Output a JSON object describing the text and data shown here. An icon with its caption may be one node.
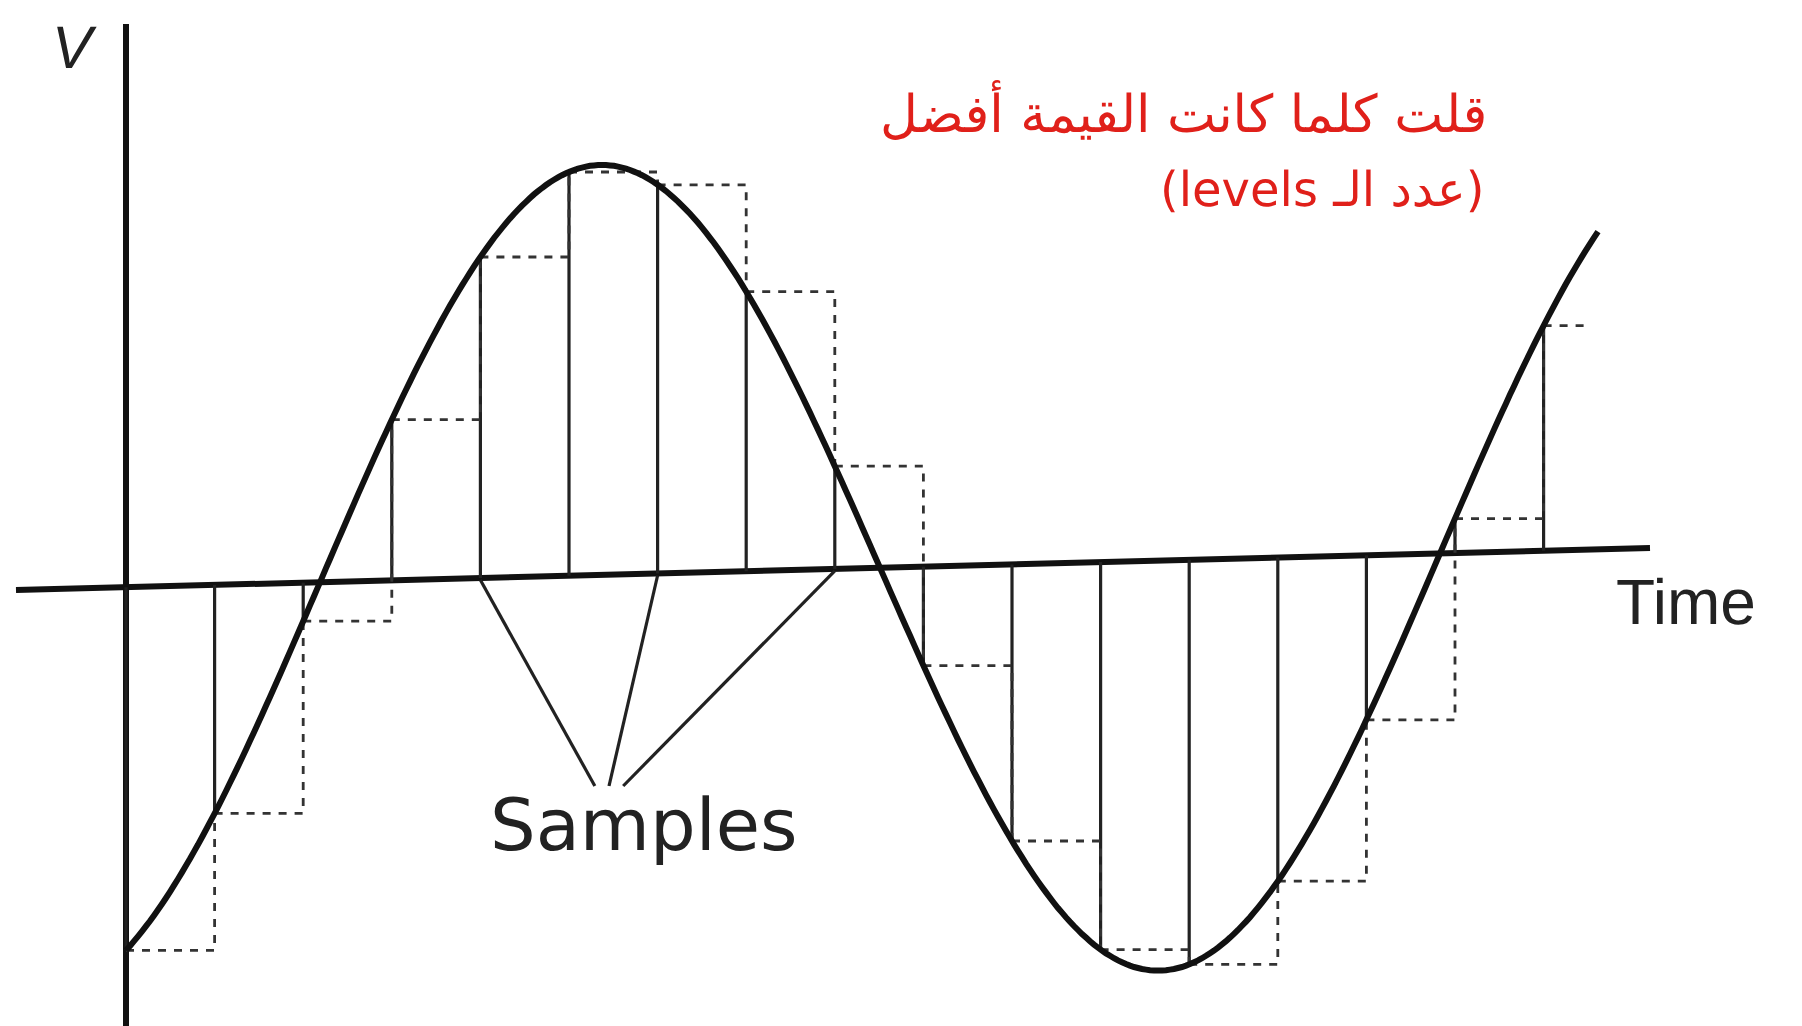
{
  "diagram": {
    "nodes": [
      {
        "text": [
          "Samples"
        ]
      },
      {
        "text": [],
        "shape": "bar"
      },
      {
        "text": [],
        "shape": "bar"
      },
      {
        "text": [],
        "shape": "bar"
      }
    ],
    "edges": [
      {
        "from": 0,
        "to": 1,
        "arrow": "none"
      },
      {
        "from": 0,
        "to": 2,
        "arrow": "none"
      },
      {
        "from": 0,
        "to": 3,
        "arrow": "none"
      }
    ],
    "labels": [
      "V",
      "Time",
      "قلت كلما كانت القيمة أفضل",
      "(عدد الـ levels)"
    ]
  }
}
